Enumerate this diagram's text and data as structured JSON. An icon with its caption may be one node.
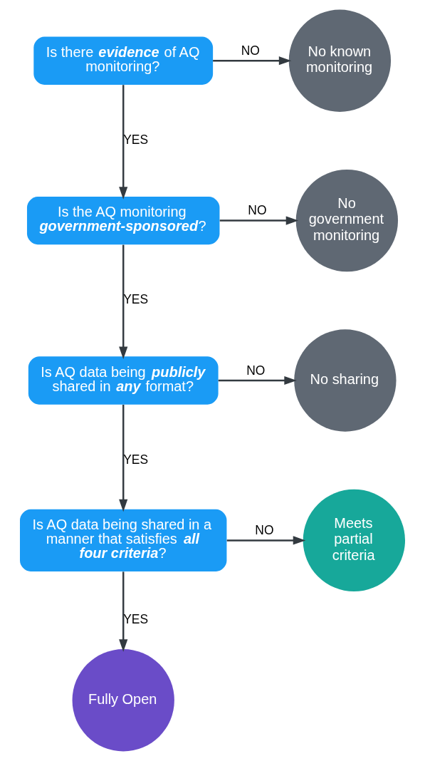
{
  "diagram": {
    "nodes": [
      {
        "text": [
          "Is there **evidence** of AQ monitoring?"
        ]
      },
      {
        "text": [
          "No known monitoring"
        ]
      },
      {
        "text": [
          "Is the AQ monitoring **government-sponsored**?"
        ]
      },
      {
        "text": [
          "No government monitoring"
        ]
      },
      {
        "text": [
          "Is AQ data being **publicly** shared in **any** format?"
        ]
      },
      {
        "text": [
          "No sharing"
        ]
      },
      {
        "text": [
          "Is AQ data being shared in a manner that satisfies **all four criteria**?"
        ]
      },
      {
        "text": [
          "Meets partial criteria"
        ]
      },
      {
        "text": [
          "Fully Open"
        ]
      }
    ],
    "edges": [
      {
        "from": 0,
        "to": 1,
        "arrow": "to",
        "label": "NO"
      },
      {
        "from": 0,
        "to": 2,
        "arrow": "to",
        "label": "YES"
      },
      {
        "from": 2,
        "to": 3,
        "arrow": "to",
        "label": "NO"
      },
      {
        "from": 2,
        "to": 4,
        "arrow": "to",
        "label": "YES"
      },
      {
        "from": 4,
        "to": 5,
        "arrow": "to",
        "label": "NO"
      },
      {
        "from": 4,
        "to": 6,
        "arrow": "to",
        "label": "YES"
      },
      {
        "from": 6,
        "to": 7,
        "arrow": "to",
        "label": "NO"
      },
      {
        "from": 6,
        "to": 8,
        "arrow": "to",
        "label": "YES"
      }
    ]
  }
}
